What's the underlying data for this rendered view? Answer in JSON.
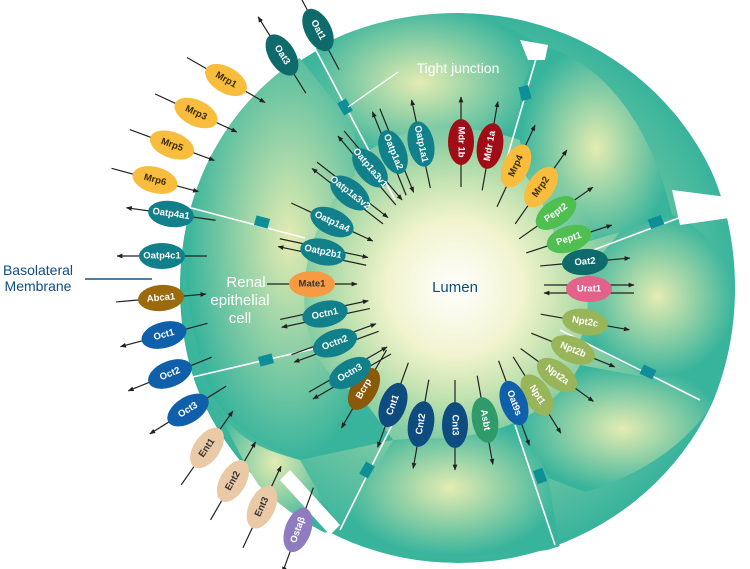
{
  "labels": {
    "lumen": "Lumen",
    "cell_line1": "Renal",
    "cell_line2": "epithelial",
    "cell_line3": "cell",
    "basolateral_line1": "Basolateral",
    "basolateral_line2": "Membrane",
    "tight_junction": "Tight junction"
  },
  "colors": {
    "cell_outer": "#38b49c",
    "cell_inner": "#e6edb4",
    "junction": "#0e8f98",
    "text_blue": "#0d4c84",
    "label_white": "#ffffff"
  },
  "basolateral_transporters": [
    {
      "name": "Oat1",
      "color": "#0f6b6b",
      "text": "#ffffff"
    },
    {
      "name": "Oat3",
      "color": "#0f6b6b",
      "text": "#ffffff"
    },
    {
      "name": "Mrp1",
      "color": "#f9bd3e",
      "text": "#3a2a00"
    },
    {
      "name": "Mrp3",
      "color": "#f9bd3e",
      "text": "#3a2a00"
    },
    {
      "name": "Mrp5",
      "color": "#f9bd3e",
      "text": "#3a2a00"
    },
    {
      "name": "Mrp6",
      "color": "#f9bd3e",
      "text": "#3a2a00"
    },
    {
      "name": "Oatp4a1",
      "color": "#11808a",
      "text": "#ffffff"
    },
    {
      "name": "Oatp4c1",
      "color": "#11808a",
      "text": "#ffffff"
    },
    {
      "name": "Abca1",
      "color": "#9a6a0c",
      "text": "#ffffff"
    },
    {
      "name": "Oct1",
      "color": "#0f5fab",
      "text": "#ffffff"
    },
    {
      "name": "Oct2",
      "color": "#0f5fab",
      "text": "#ffffff"
    },
    {
      "name": "Oct3",
      "color": "#0f5fab",
      "text": "#ffffff"
    },
    {
      "name": "Ent1",
      "color": "#e9c9a6",
      "text": "#333333"
    },
    {
      "name": "Ent2",
      "color": "#e9c9a6",
      "text": "#333333"
    },
    {
      "name": "Ent3",
      "color": "#e9c9a6",
      "text": "#333333"
    },
    {
      "name": "Ostaβ",
      "color": "#8f7bc0",
      "text": "#ffffff"
    }
  ],
  "apical_transporters": [
    {
      "name": "Mate1",
      "color": "#f79a41",
      "text": "#333333"
    },
    {
      "name": "Oatp2b1",
      "color": "#11808a",
      "text": "#ffffff"
    },
    {
      "name": "Oatp1a4",
      "color": "#11808a",
      "text": "#ffffff"
    },
    {
      "name": "Oatp1a3v2",
      "color": "#11808a",
      "text": "#ffffff"
    },
    {
      "name": "Oatp1a3v1",
      "color": "#11808a",
      "text": "#ffffff"
    },
    {
      "name": "Oatp1a2",
      "color": "#11808a",
      "text": "#ffffff"
    },
    {
      "name": "Oatp1a1",
      "color": "#11808a",
      "text": "#ffffff"
    },
    {
      "name": "Mdr 1b",
      "color": "#a00d17",
      "text": "#ffffff"
    },
    {
      "name": "Mdr 1a",
      "color": "#a00d17",
      "text": "#ffffff"
    },
    {
      "name": "Mrp4",
      "color": "#f9bd3e",
      "text": "#3a2a00"
    },
    {
      "name": "Mrp2",
      "color": "#f9bd3e",
      "text": "#3a2a00"
    },
    {
      "name": "Pept2",
      "color": "#4fbf4f",
      "text": "#ffffff"
    },
    {
      "name": "Pept1",
      "color": "#4fbf4f",
      "text": "#ffffff"
    },
    {
      "name": "Oat2",
      "color": "#0f6b6b",
      "text": "#ffffff"
    },
    {
      "name": "Urat1",
      "color": "#e2628a",
      "text": "#ffffff"
    },
    {
      "name": "Npt2c",
      "color": "#98b55a",
      "text": "#ffffff"
    },
    {
      "name": "Npt2b",
      "color": "#98b55a",
      "text": "#ffffff"
    },
    {
      "name": "Npt2a",
      "color": "#98b55a",
      "text": "#ffffff"
    },
    {
      "name": "Npt1",
      "color": "#98b55a",
      "text": "#ffffff"
    },
    {
      "name": "Oat9s",
      "color": "#0f5fab",
      "text": "#ffffff"
    },
    {
      "name": "Asbt",
      "color": "#2f9a6a",
      "text": "#ffffff"
    },
    {
      "name": "Cnt3",
      "color": "#0e4c80",
      "text": "#ffffff"
    },
    {
      "name": "Cnt2",
      "color": "#0e4c80",
      "text": "#ffffff"
    },
    {
      "name": "Cnt1",
      "color": "#0e4c80",
      "text": "#ffffff"
    },
    {
      "name": "Bcrp",
      "color": "#8a5a0a",
      "text": "#ffffff"
    },
    {
      "name": "Octn3",
      "color": "#11808a",
      "text": "#ffffff"
    },
    {
      "name": "Octn2",
      "color": "#11808a",
      "text": "#ffffff"
    },
    {
      "name": "Octn1",
      "color": "#11808a",
      "text": "#ffffff"
    }
  ]
}
